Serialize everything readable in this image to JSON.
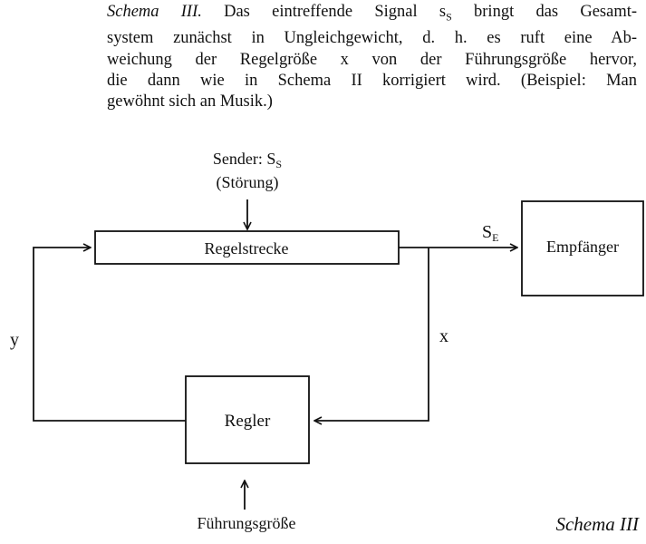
{
  "caption": {
    "label": "Schema III.",
    "lines": [
      "Das eintreffende Signal s",
      "bringt das Gesamt-",
      "system zunächst in Ungleichgewicht, d. h. es ruft eine Ab-",
      "weichung der Regelgröße x von der Führungsgröße hervor,",
      "die dann wie in Schema II korrigiert wird. (Beispiel: Man",
      "gewöhnt sich an Musik.)"
    ],
    "signal_subscript": "S"
  },
  "diagram": {
    "sender_label": "Sender: S",
    "sender_subscript": "S",
    "disturbance_label": "(Störung)",
    "plant_label": "Regelstrecke",
    "receiver_label": "Empfänger",
    "output_signal": "S",
    "output_signal_subscript": "E",
    "controller_label": "Regler",
    "reference_label": "Führungsgröße",
    "y_label": "y",
    "x_label": "x",
    "figure_title": "Schema III"
  }
}
